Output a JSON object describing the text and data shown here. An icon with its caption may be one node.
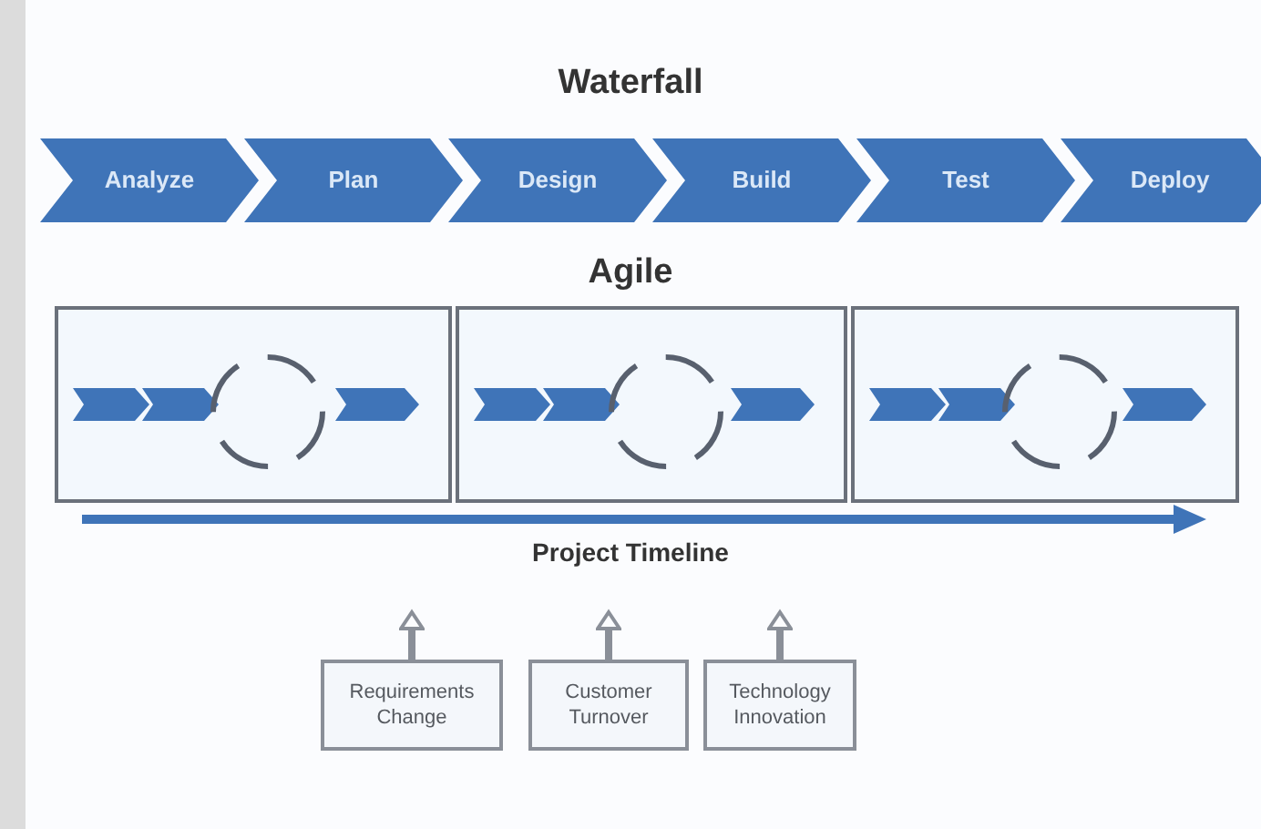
{
  "diagram": {
    "nodes": [
      {
        "text": [
          "Analyze"
        ]
      },
      {
        "text": [
          "Plan"
        ]
      },
      {
        "text": [
          "Design"
        ]
      },
      {
        "text": [
          "Build"
        ]
      },
      {
        "text": [
          "Test"
        ]
      },
      {
        "text": [
          "Deploy"
        ]
      },
      {
        "text": [],
        "shape": "box"
      },
      {
        "text": [],
        "shape": "box"
      },
      {
        "text": [],
        "shape": "box"
      },
      {
        "text": [
          "Requirements Change"
        ]
      },
      {
        "text": [
          "Customer Turnover"
        ]
      },
      {
        "text": [
          "Technology Innovation"
        ]
      }
    ],
    "edges": [
      {
        "from": 9,
        "to": null,
        "arrow": "to"
      },
      {
        "from": 10,
        "to": null,
        "arrow": "to"
      },
      {
        "from": 11,
        "to": null,
        "arrow": "to"
      }
    ],
    "labels": [
      "Waterfall",
      "Agile",
      "Project Timeline"
    ]
  }
}
